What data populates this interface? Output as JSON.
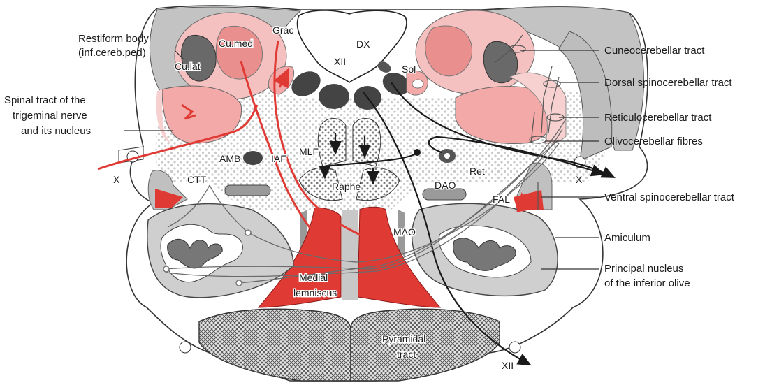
{
  "labels": {
    "restiform_1": "Restiform body",
    "restiform_2": "(inf.cereb.ped)",
    "spinal_1": "Spinal tract of the",
    "spinal_2": "trigeminal nerve",
    "spinal_3": "and its nucleus",
    "cuneocerebellar": "Cuneocerebellar tract",
    "dorsal_spinocerebellar": "Dorsal spinocerebellar tract",
    "reticulocerebellar": "Reticulocerebellar tract",
    "olivocerebellar": "Olivocerebellar fibres",
    "ventral_spinocerebellar": "Ventral spinocerebellar tract",
    "amiculum": "Amiculum",
    "principal_1": "Principal nucleus",
    "principal_2": "of the inferior olive",
    "cu_lat": "Cu.lat",
    "cu_med": "Cu.med",
    "grac": "Grac",
    "dx": "DX",
    "xii_top": "XII",
    "sol": "Sol",
    "x_left": "X",
    "x_right": "X",
    "amb": "AMB",
    "iaf": "IAF",
    "mlf": "MLF",
    "raphe": "Raphe",
    "ret": "Ret",
    "ctt": "CTT",
    "dao": "DAO",
    "fal": "FAL",
    "mao": "MAO",
    "medial_1": "Medial",
    "medial_2": "lemniscus",
    "pyramidal_1": "Pyramidal",
    "pyramidal_2": "tract",
    "xii_bottom": "XII"
  },
  "colors": {
    "red": "#e03a35",
    "pink": "#f2aaa8",
    "light_pink": "#f7d0cf",
    "grey": "#bdbdbd",
    "dark_grey": "#4d4d4d",
    "dots": "#cfcfcf"
  }
}
